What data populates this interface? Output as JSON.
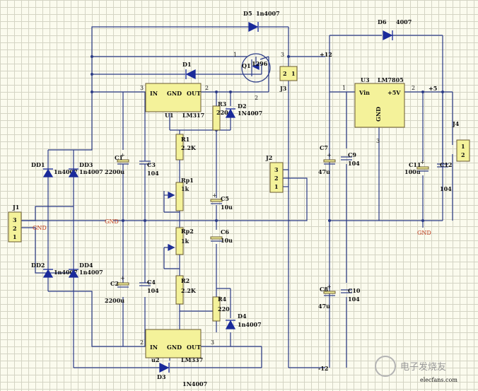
{
  "regulators": {
    "u1": {
      "ref": "U1",
      "part": "LM317",
      "pin_in": "IN",
      "pin_gnd": "GND",
      "pin_out": "OUT",
      "pin_a": "3",
      "pin_b": "2"
    },
    "u2": {
      "ref": "u2",
      "part": "LM337",
      "pin_in": "IN",
      "pin_gnd": "GND",
      "pin_out": "OUT",
      "pin_a": "2",
      "pin_b": "3"
    },
    "u3": {
      "ref": "U3",
      "part": "LM7805",
      "pin_in": "Vin",
      "pin_gnd": "GND",
      "pin_out": "+5V",
      "pin_a": "1",
      "pin_b": "2",
      "pin_c": "3"
    }
  },
  "diodes": {
    "d1": {
      "ref": "D1",
      "part": ""
    },
    "d2": {
      "ref": "D2",
      "part": "1N4007"
    },
    "d3": {
      "ref": "D3",
      "part": "1N4007"
    },
    "d4": {
      "ref": "D4",
      "part": "1n4007"
    },
    "d5": {
      "ref": "D5",
      "part": "1n4007"
    },
    "d6": {
      "ref": "D6",
      "part": "4007"
    },
    "dd1": {
      "ref": "DD1",
      "part": "1n4007"
    },
    "dd2": {
      "ref": "DD2",
      "part": "1n4007"
    },
    "dd3": {
      "ref": "DD3",
      "part": "1n4007"
    },
    "dd4": {
      "ref": "DD4",
      "part": "1n4007"
    }
  },
  "capacitors": {
    "c1": {
      "ref": "C1",
      "value": "2200u"
    },
    "c2": {
      "ref": "C2",
      "value": "2200u"
    },
    "c3": {
      "ref": "C3",
      "value": "104"
    },
    "c4": {
      "ref": "C4",
      "value": "104"
    },
    "c5": {
      "ref": "C5",
      "value": "10u"
    },
    "c6": {
      "ref": "C6",
      "value": "10u"
    },
    "c7": {
      "ref": "C7",
      "value": "47u"
    },
    "c8": {
      "ref": "C8",
      "value": "47u"
    },
    "c9": {
      "ref": "C9",
      "value": "104"
    },
    "c10": {
      "ref": "C10",
      "value": "104"
    },
    "c11": {
      "ref": "C11",
      "value": "100u"
    },
    "c12": {
      "ref": "C12",
      "value": "104"
    }
  },
  "resistors": {
    "r1": {
      "ref": "R1",
      "value": "2.2K"
    },
    "r2": {
      "ref": "R2",
      "value": "2.2K"
    },
    "r3": {
      "ref": "R3",
      "value": "220"
    },
    "r4": {
      "ref": "R4",
      "value": "220"
    },
    "rp1": {
      "ref": "Rp1",
      "value": "1k"
    },
    "rp2": {
      "ref": "Rp2",
      "value": "1k"
    }
  },
  "transistor": {
    "ref": "Q1",
    "part": "1296",
    "pin1": "1",
    "pin2": "2",
    "pin3": "3"
  },
  "connectors": {
    "j1": {
      "ref": "J1",
      "pins": [
        "3",
        "2",
        "1"
      ]
    },
    "j2": {
      "ref": "J2",
      "pins": [
        "3",
        "2",
        "1"
      ]
    },
    "j3": {
      "ref": "J3",
      "pins": [
        "2",
        "1"
      ]
    },
    "j4": {
      "ref": "J4",
      "pins": [
        "1",
        "2"
      ]
    }
  },
  "nets": {
    "gnd_left": "GND",
    "gnd_mid": "GND",
    "gnd_right": "GND",
    "plus12": "+12",
    "minus12": "-12",
    "plus5": "+5"
  },
  "watermark": "电子发烧友",
  "watermark_url": "elecfans.com",
  "colors": {
    "wire": "#2a3a86",
    "component_fill": "#f4f29a",
    "gnd_label": "#c0391a",
    "diode": "#1a2a9a"
  }
}
